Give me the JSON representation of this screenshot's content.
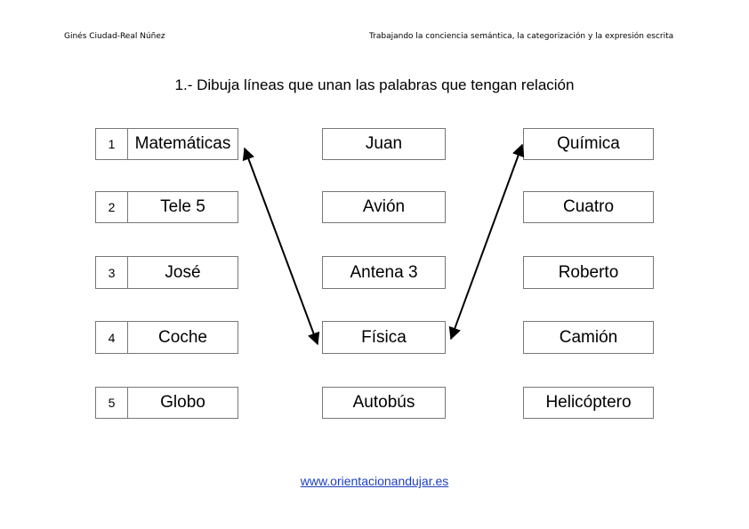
{
  "header": {
    "author": "Ginés Ciudad-Real Núñez",
    "subject": "Trabajando la conciencia semántica,  la categorización y la expresión escrita"
  },
  "instruction": "1.- Dibuja líneas que unan las palabras que tengan relación",
  "rows": [
    {
      "number": "1",
      "left": "Matemáticas",
      "middle": "Juan",
      "right": "Química"
    },
    {
      "number": "2",
      "left": "Tele 5",
      "middle": "Avión",
      "right": "Cuatro"
    },
    {
      "number": "3",
      "left": "José",
      "middle": "Antena 3",
      "right": "Roberto"
    },
    {
      "number": "4",
      "left": "Coche",
      "middle": "Física",
      "right": "Camión"
    },
    {
      "number": "5",
      "left": "Globo",
      "middle": "Autobús",
      "right": "Helicóptero"
    }
  ],
  "footer": {
    "link": "www.orientacionandujar.es"
  }
}
